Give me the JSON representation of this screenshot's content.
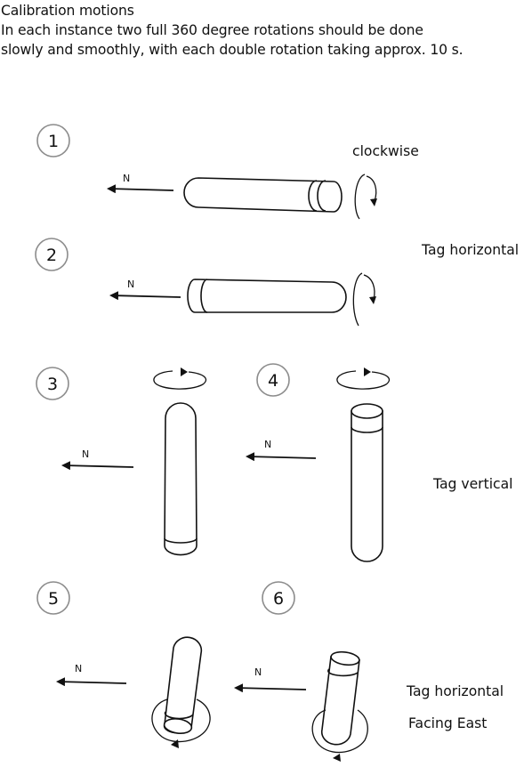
{
  "header": {
    "title": "Calibration motions",
    "line1": "In each instance two full 360 degree rotations should be done",
    "line2": "slowly and smoothly, with each double rotation taking approx. 10 s."
  },
  "steps": [
    {
      "number": "1",
      "north": "N",
      "rotation_label": "clockwise"
    },
    {
      "number": "2",
      "north": "N"
    },
    {
      "number": "3",
      "north": "N"
    },
    {
      "number": "4",
      "north": "N"
    },
    {
      "number": "5",
      "north": "N"
    },
    {
      "number": "6",
      "north": "N"
    }
  ],
  "groups": {
    "g1": "Tag horizontal",
    "g2": "Tag vertical",
    "g3_line1": "Tag horizontal",
    "g3_line2": "Facing East"
  },
  "colors": {
    "ink": "#111111",
    "circle": "#8c8c8c"
  }
}
